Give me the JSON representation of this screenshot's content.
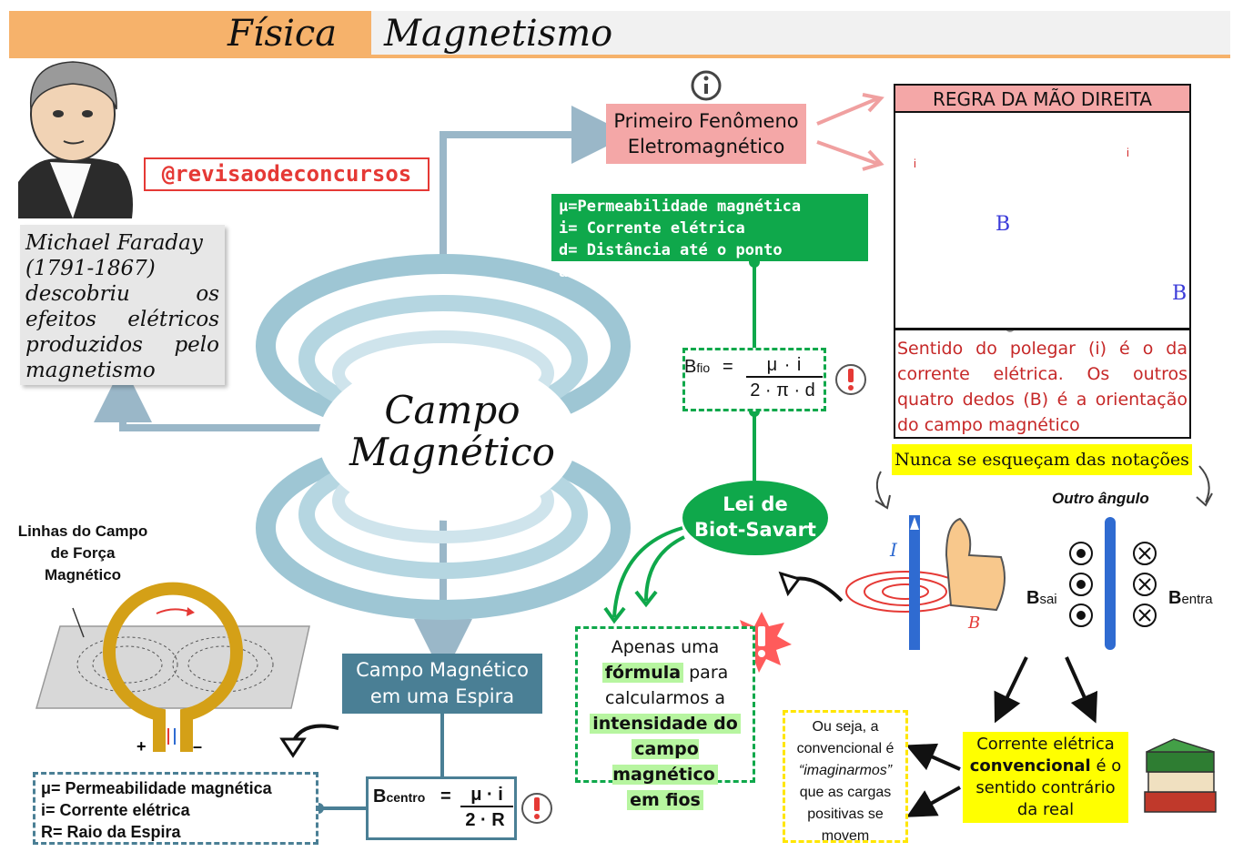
{
  "header": {
    "subject": "Física",
    "topic": "Magnetismo"
  },
  "handle": "@revisaodeconcursos",
  "faraday": {
    "text_lines": [
      "Michael Faraday",
      "(1791-1867)",
      "descobriu os",
      "efeitos elétricos",
      "produzidos pelo",
      "magnetismo"
    ]
  },
  "center": {
    "line1": "Campo",
    "line2": "Magnético"
  },
  "primeiro": {
    "line1": "Primeiro Fenômeno",
    "line2": "Eletromagnético"
  },
  "regra": {
    "title": "REGRA DA MÃO DIREITA",
    "labels": {
      "i": "i",
      "B": "B"
    },
    "text": "Sentido do polegar (i) é o da corrente elétrica. Os outros quatro dedos (B) é a orientação do campo magnético"
  },
  "nunca": "Nunca se esqueçam das notações",
  "perm_top": {
    "lines": [
      "μ=Permeabilidade magnética",
      "i= Corrente elétrica",
      "d= Distância até o ponto analisado"
    ]
  },
  "bfio": {
    "B": "B",
    "sub": "fio",
    "eq": "=",
    "num": "μ · i",
    "den": "2 · π · d"
  },
  "biot": {
    "line1": "Lei de",
    "line2": "Biot-Savart"
  },
  "apenas": {
    "l1": "Apenas uma",
    "l2a": "fórmula",
    "l2b": "para",
    "l3": "calcularmos a",
    "l4": "intensidade do",
    "l5": "campo magnético",
    "l6": "em fios"
  },
  "outro": "Outro ângulo",
  "notation": {
    "I": "I",
    "B": "B",
    "bsai_B": "B",
    "bsai_sub": "sai",
    "bentra_B": "B",
    "bentra_sub": "entra"
  },
  "linhas": "Linhas do Campo de Força Magnético",
  "espira_signs": {
    "plus": "+",
    "minus": "–"
  },
  "cme": {
    "line1": "Campo Magnético",
    "line2": "em uma Espira"
  },
  "perm_bot": {
    "lines": [
      "μ= Permeabilidade magnética",
      "i= Corrente elétrica",
      "R= Raio da Espira"
    ]
  },
  "bcentro": {
    "B": "B",
    "sub": "centro",
    "eq": "=",
    "num": "μ · i",
    "den": "2 · R"
  },
  "ouseja": {
    "l1": "Ou seja, a",
    "l2": "convencional é",
    "l3": "“imaginarmos”",
    "l4": "que as cargas",
    "l5": "positivas se",
    "l6": "movem"
  },
  "corrente": {
    "l1": "Corrente elétrica",
    "l2a": "convencional",
    "l2b": "é o",
    "l3": "sentido contrário",
    "l4": "da real"
  },
  "colors": {
    "green": "#0fa84b",
    "teal": "#4a7f95",
    "pink": "#f4a7a7",
    "orange": "#f6b26b",
    "yellow": "#ffff00",
    "red": "#e53935"
  }
}
